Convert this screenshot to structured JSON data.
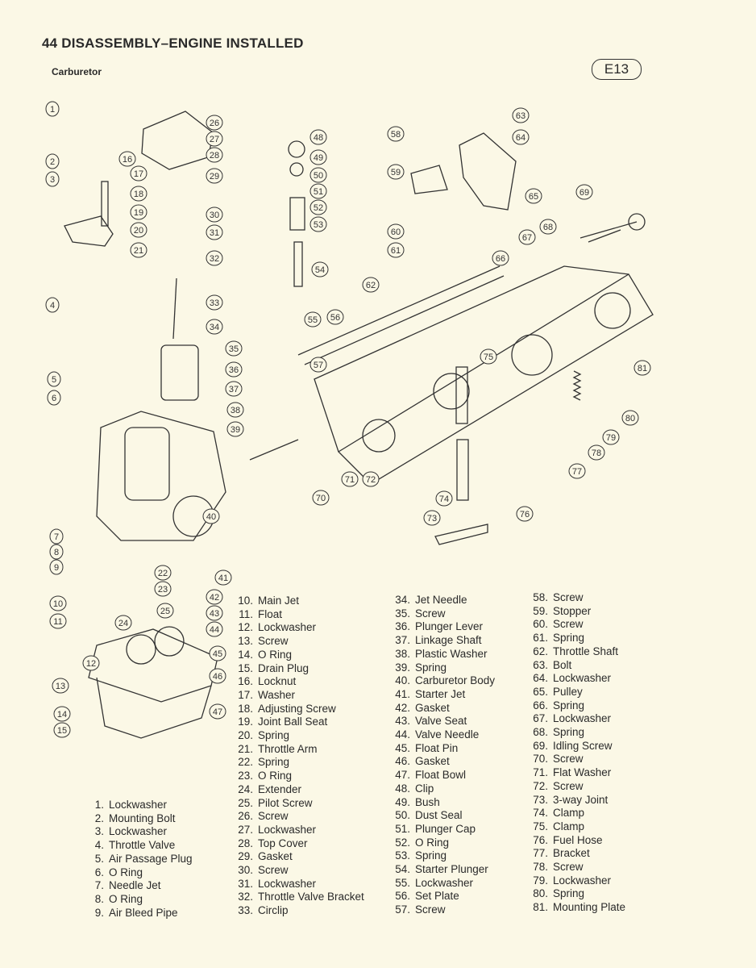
{
  "header": {
    "title": "44 DISASSEMBLY–ENGINE INSTALLED",
    "subtitle": "Carburetor",
    "badge": "E13"
  },
  "callouts": [
    "1",
    "2",
    "3",
    "4",
    "5",
    "6",
    "7",
    "8",
    "9",
    "10",
    "11",
    "12",
    "13",
    "14",
    "15",
    "16",
    "17",
    "18",
    "19",
    "20",
    "21",
    "22",
    "23",
    "24",
    "25",
    "26",
    "27",
    "28",
    "29",
    "30",
    "31",
    "32",
    "33",
    "34",
    "35",
    "36",
    "37",
    "38",
    "39",
    "40",
    "41",
    "42",
    "43",
    "44",
    "45",
    "46",
    "47",
    "48",
    "49",
    "50",
    "51",
    "52",
    "53",
    "54",
    "55",
    "56",
    "57",
    "58",
    "59",
    "60",
    "61",
    "62",
    "63",
    "64",
    "65",
    "66",
    "67",
    "68",
    "69",
    "70",
    "71",
    "72",
    "73",
    "74",
    "75",
    "76",
    "77",
    "78",
    "79",
    "80",
    "81"
  ],
  "parts": [
    [
      {
        "n": "1.",
        "t": "Lockwasher"
      },
      {
        "n": "2.",
        "t": "Mounting Bolt"
      },
      {
        "n": "3.",
        "t": "Lockwasher"
      },
      {
        "n": "4.",
        "t": "Throttle Valve"
      },
      {
        "n": "5.",
        "t": "Air Passage Plug"
      },
      {
        "n": "6.",
        "t": "O Ring"
      },
      {
        "n": "7.",
        "t": "Needle Jet"
      },
      {
        "n": "8.",
        "t": "O Ring"
      },
      {
        "n": "9.",
        "t": "Air Bleed Pipe"
      }
    ],
    [
      {
        "n": "10.",
        "t": "Main Jet"
      },
      {
        "n": "11.",
        "t": "Float"
      },
      {
        "n": "12.",
        "t": "Lockwasher"
      },
      {
        "n": "13.",
        "t": "Screw"
      },
      {
        "n": "14.",
        "t": "O Ring"
      },
      {
        "n": "15.",
        "t": "Drain Plug"
      },
      {
        "n": "16.",
        "t": "Locknut"
      },
      {
        "n": "17.",
        "t": "Washer"
      },
      {
        "n": "18.",
        "t": "Adjusting Screw"
      },
      {
        "n": "19.",
        "t": "Joint Ball Seat"
      },
      {
        "n": "20.",
        "t": "Spring"
      },
      {
        "n": "21.",
        "t": "Throttle Arm"
      },
      {
        "n": "22.",
        "t": "Spring"
      },
      {
        "n": "23.",
        "t": "O Ring"
      },
      {
        "n": "24.",
        "t": "Extender"
      },
      {
        "n": "25.",
        "t": "Pilot Screw"
      },
      {
        "n": "26.",
        "t": "Screw"
      },
      {
        "n": "27.",
        "t": "Lockwasher"
      },
      {
        "n": "28.",
        "t": "Top Cover"
      },
      {
        "n": "29.",
        "t": "Gasket"
      },
      {
        "n": "30.",
        "t": "Screw"
      },
      {
        "n": "31.",
        "t": "Lockwasher"
      },
      {
        "n": "32.",
        "t": "Throttle Valve Bracket"
      },
      {
        "n": "33.",
        "t": "Circlip"
      }
    ],
    [
      {
        "n": "34.",
        "t": "Jet Needle"
      },
      {
        "n": "35.",
        "t": "Screw"
      },
      {
        "n": "36.",
        "t": "Plunger Lever"
      },
      {
        "n": "37.",
        "t": "Linkage Shaft"
      },
      {
        "n": "38.",
        "t": "Plastic Washer"
      },
      {
        "n": "39.",
        "t": "Spring"
      },
      {
        "n": "40.",
        "t": "Carburetor Body"
      },
      {
        "n": "41.",
        "t": "Starter Jet"
      },
      {
        "n": "42.",
        "t": "Gasket"
      },
      {
        "n": "43.",
        "t": "Valve Seat"
      },
      {
        "n": "44.",
        "t": "Valve Needle"
      },
      {
        "n": "45.",
        "t": "Float Pin"
      },
      {
        "n": "46.",
        "t": "Gasket"
      },
      {
        "n": "47.",
        "t": "Float Bowl"
      },
      {
        "n": "48.",
        "t": "Clip"
      },
      {
        "n": "49.",
        "t": "Bush"
      },
      {
        "n": "50.",
        "t": "Dust Seal"
      },
      {
        "n": "51.",
        "t": "Plunger Cap"
      },
      {
        "n": "52.",
        "t": "O Ring"
      },
      {
        "n": "53.",
        "t": "Spring"
      },
      {
        "n": "54.",
        "t": "Starter Plunger"
      },
      {
        "n": "55.",
        "t": "Lockwasher"
      },
      {
        "n": "56.",
        "t": "Set Plate"
      },
      {
        "n": "57.",
        "t": "Screw"
      }
    ],
    [
      {
        "n": "58.",
        "t": "Screw"
      },
      {
        "n": "59.",
        "t": "Stopper"
      },
      {
        "n": "60.",
        "t": "Screw"
      },
      {
        "n": "61.",
        "t": "Spring"
      },
      {
        "n": "62.",
        "t": "Throttle Shaft"
      },
      {
        "n": "63.",
        "t": "Bolt"
      },
      {
        "n": "64.",
        "t": "Lockwasher"
      },
      {
        "n": "65.",
        "t": "Pulley"
      },
      {
        "n": "66.",
        "t": "Spring"
      },
      {
        "n": "67.",
        "t": "Lockwasher"
      },
      {
        "n": "68.",
        "t": "Spring"
      },
      {
        "n": "69.",
        "t": "Idling Screw"
      },
      {
        "n": "70.",
        "t": "Screw"
      },
      {
        "n": "71.",
        "t": "Flat Washer"
      },
      {
        "n": "72.",
        "t": "Screw"
      },
      {
        "n": "73.",
        "t": "3-way Joint"
      },
      {
        "n": "74.",
        "t": "Clamp"
      },
      {
        "n": "75.",
        "t": "Clamp"
      },
      {
        "n": "76.",
        "t": "Fuel Hose"
      },
      {
        "n": "77.",
        "t": "Bracket"
      },
      {
        "n": "78.",
        "t": "Screw"
      },
      {
        "n": "79.",
        "t": "Lockwasher"
      },
      {
        "n": "80.",
        "t": "Spring"
      },
      {
        "n": "81.",
        "t": "Mounting Plate"
      }
    ]
  ]
}
